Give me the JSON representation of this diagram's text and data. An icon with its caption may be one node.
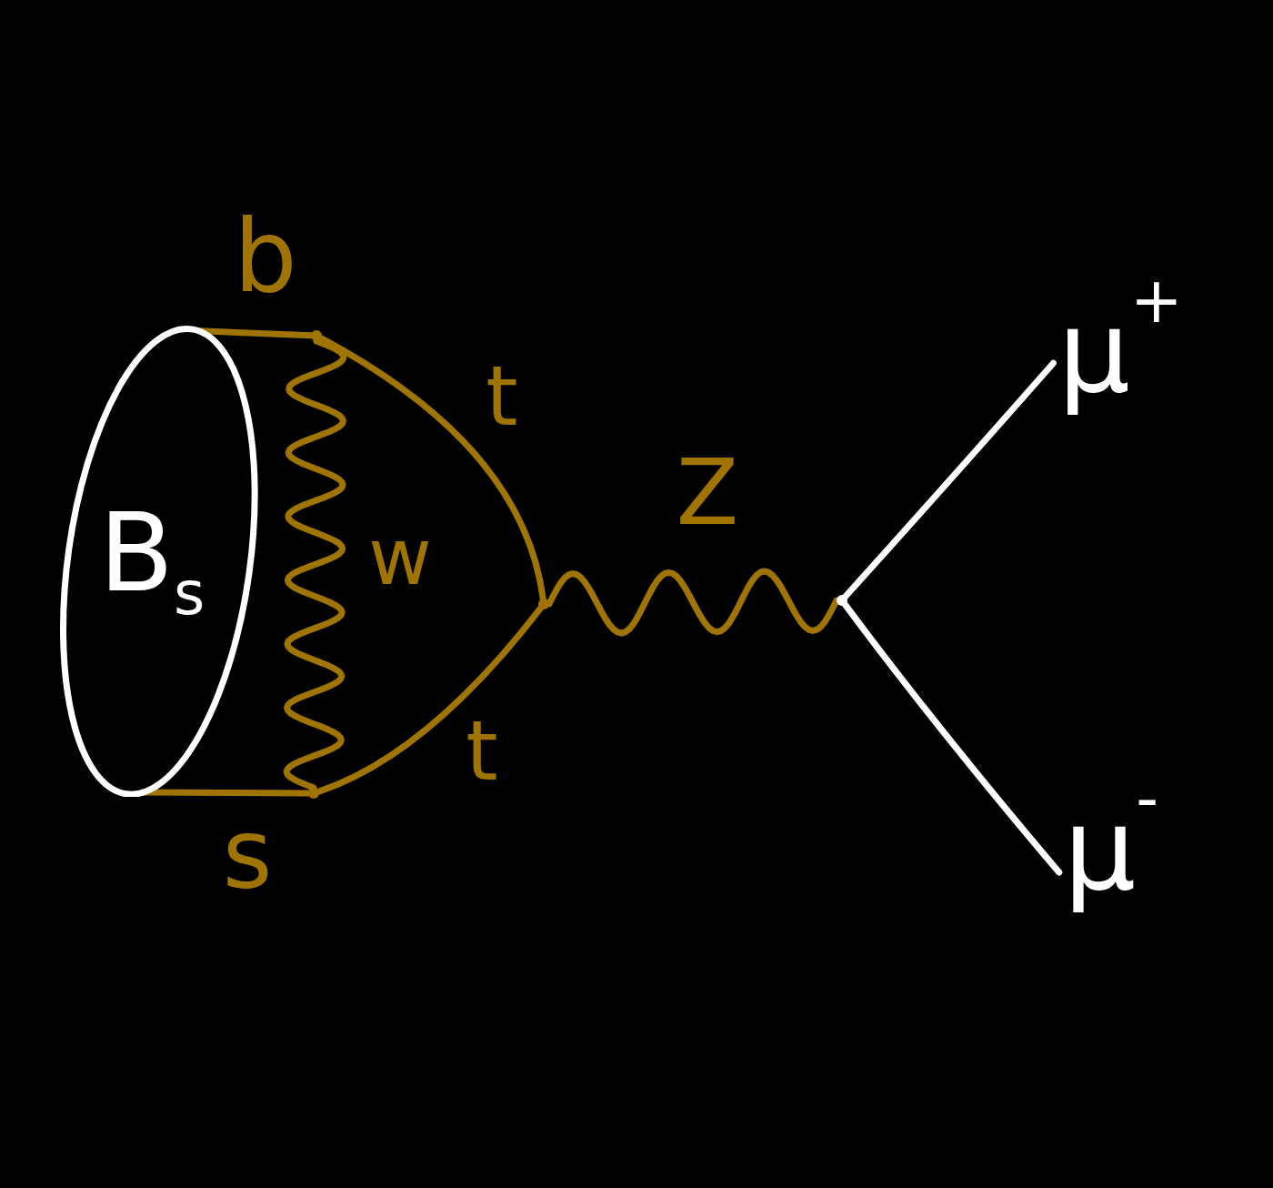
{
  "diagram": {
    "nodes": [
      {
        "text": [
          "B$_{s}$"
        ]
      },
      {
        "text": [],
        "shape": "dot"
      },
      {
        "text": [],
        "shape": "dot"
      },
      {
        "text": [],
        "shape": "dot"
      },
      {
        "text": [],
        "shape": "dot"
      },
      {
        "text": [
          "μ$^{+}$"
        ]
      },
      {
        "text": [
          "μ$^{-}$"
        ]
      }
    ],
    "edges": [
      {
        "from": 0,
        "to": 1,
        "arrow": "none",
        "label": "b"
      },
      {
        "from": 0,
        "to": 2,
        "arrow": "none",
        "label": "s"
      },
      {
        "from": 1,
        "to": 2,
        "arrow": "none",
        "label": "w"
      },
      {
        "from": 1,
        "to": 3,
        "arrow": "none",
        "label": "t"
      },
      {
        "from": 2,
        "to": 3,
        "arrow": "none",
        "label": "t"
      },
      {
        "from": 3,
        "to": 4,
        "arrow": "none",
        "label": "Z"
      },
      {
        "from": 4,
        "to": 5,
        "arrow": "none",
        "color": "#ffffff"
      },
      {
        "from": 4,
        "to": 6,
        "arrow": "none",
        "color": "#ffffff"
      }
    ]
  }
}
